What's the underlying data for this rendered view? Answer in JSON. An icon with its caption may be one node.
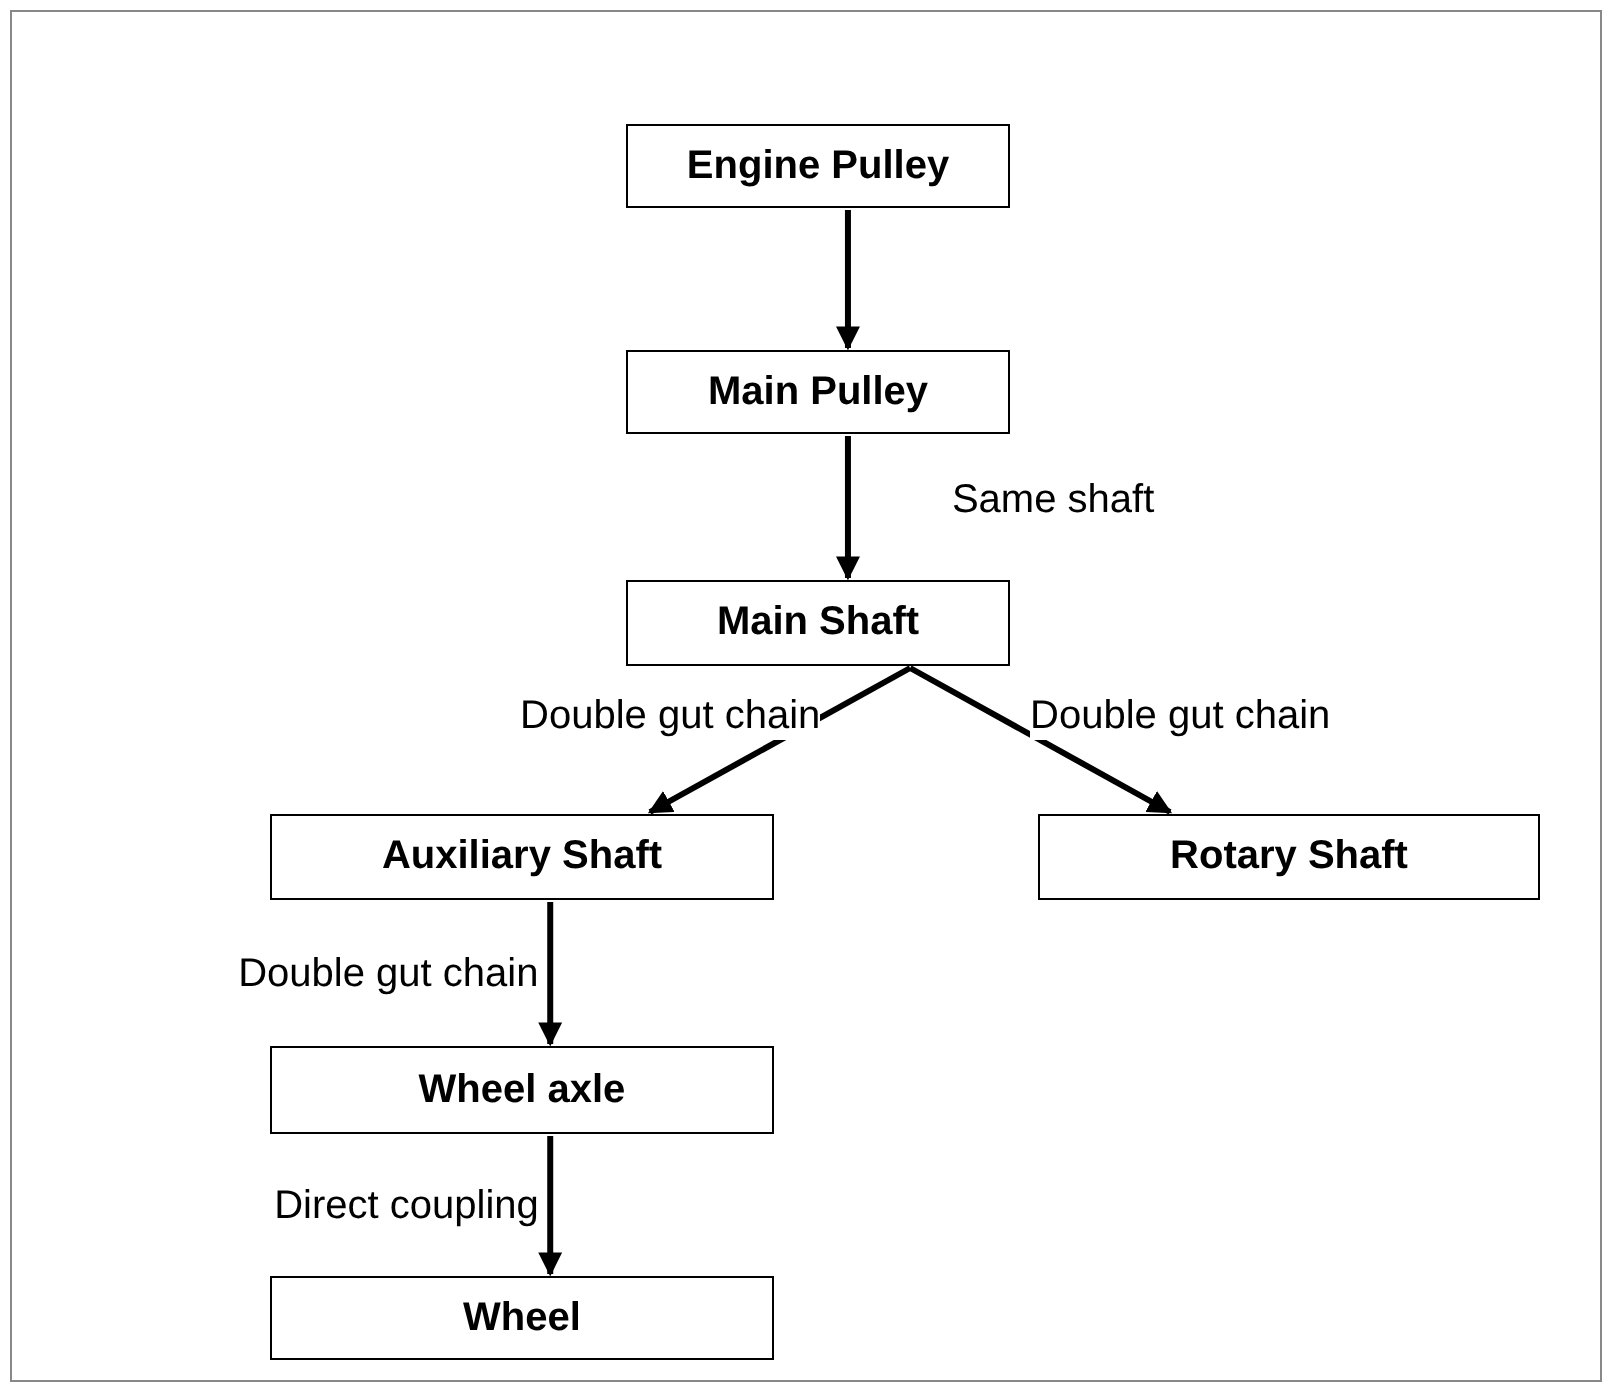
{
  "diagram": {
    "nodes": [
      {
        "text": [
          "Engine Pulley"
        ]
      },
      {
        "text": [
          "Main Pulley"
        ]
      },
      {
        "text": [
          "Main Shaft"
        ]
      },
      {
        "text": [
          "Auxiliary Shaft"
        ]
      },
      {
        "text": [
          "Rotary Shaft"
        ]
      },
      {
        "text": [
          "Wheel axle"
        ]
      },
      {
        "text": [
          "Wheel"
        ]
      }
    ],
    "edges": [
      {
        "from": 0,
        "to": 1,
        "arrow": "to"
      },
      {
        "from": 1,
        "to": 2,
        "arrow": "to",
        "label": "Same shaft"
      },
      {
        "from": 2,
        "to": 3,
        "arrow": "to",
        "label": "Double gut chain"
      },
      {
        "from": 2,
        "to": 4,
        "arrow": "to",
        "label": "Double gut chain"
      },
      {
        "from": 3,
        "to": 5,
        "arrow": "to",
        "label": "Double gut chain"
      },
      {
        "from": 5,
        "to": 6,
        "arrow": "to",
        "label": "Direct coupling"
      }
    ]
  }
}
